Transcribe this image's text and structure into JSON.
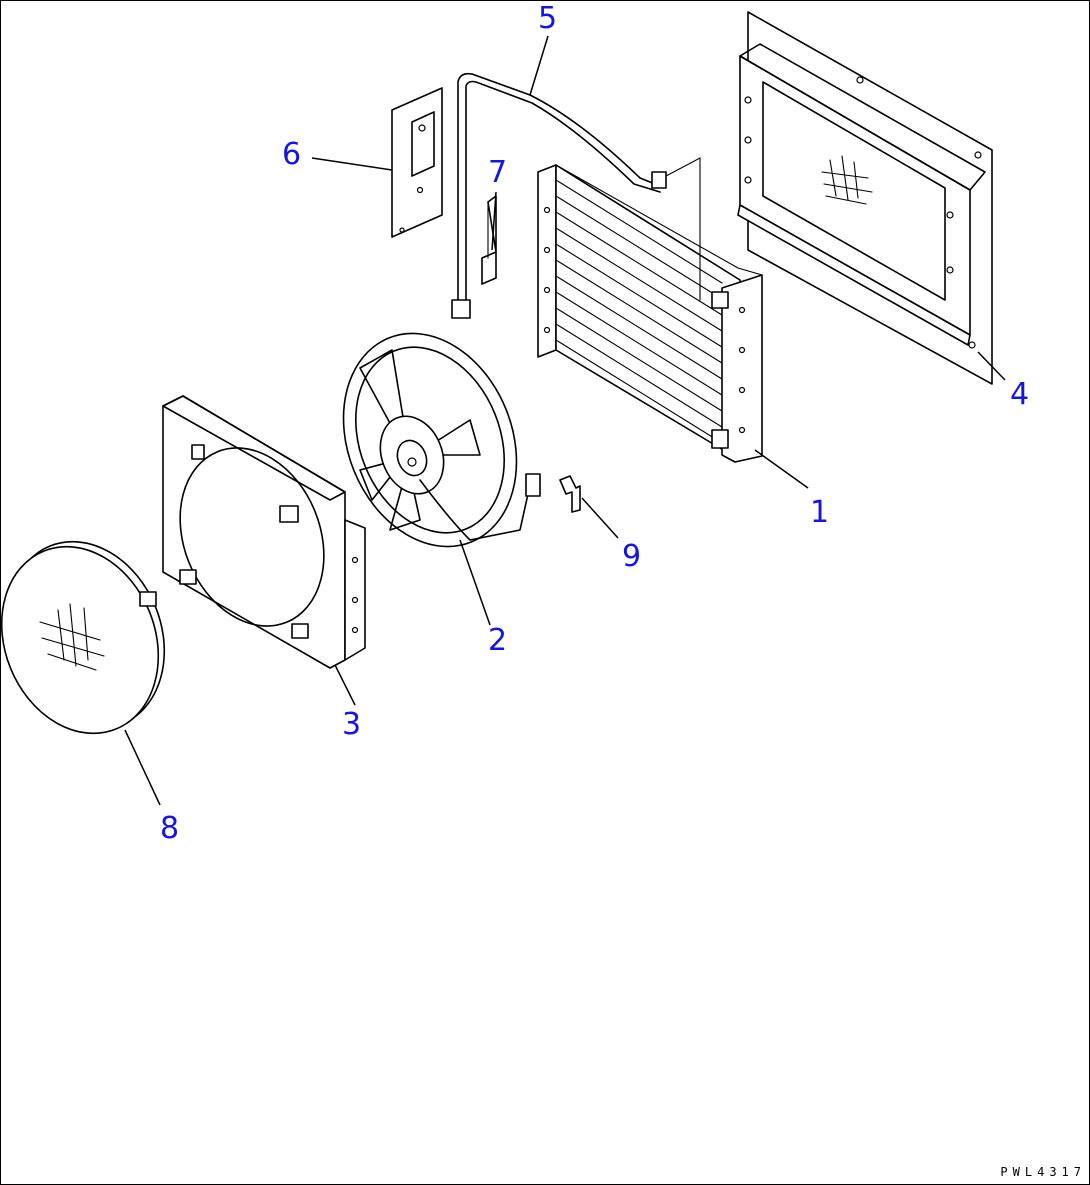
{
  "callouts": {
    "c1": "1",
    "c2": "2",
    "c3": "3",
    "c4": "4",
    "c5": "5",
    "c6": "6",
    "c7": "7",
    "c8": "8",
    "c9": "9"
  },
  "drawing_code": "PWL4317",
  "colors": {
    "callout": "#1414e6",
    "line": "#000000",
    "background": "#ffffff"
  }
}
